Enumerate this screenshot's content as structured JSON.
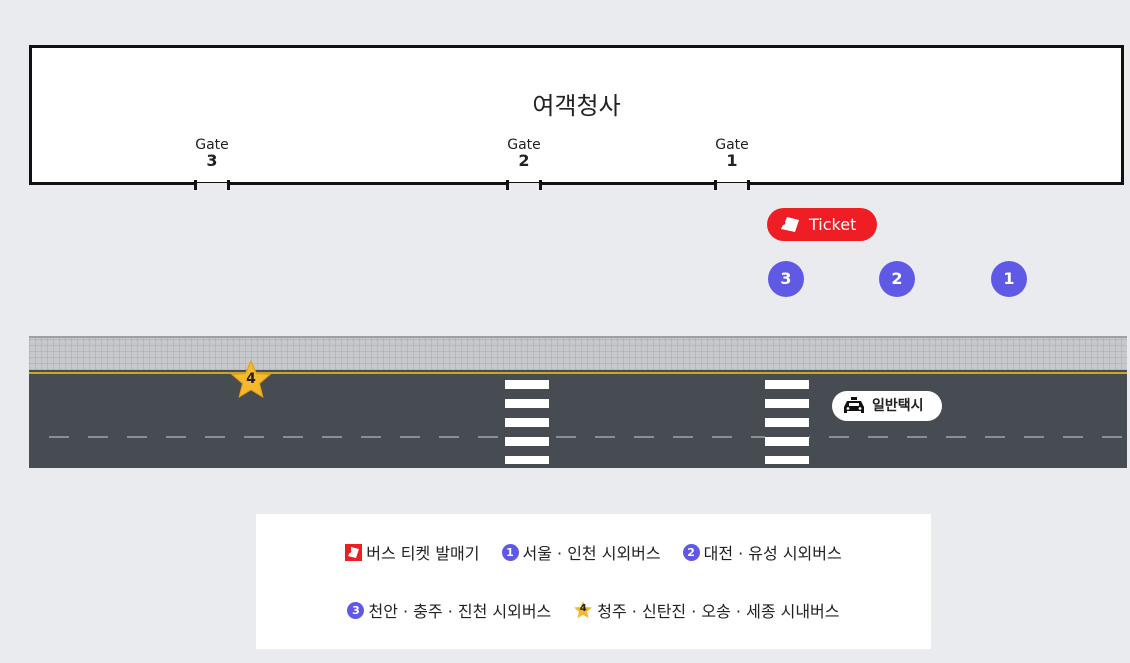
{
  "terminal": {
    "title": "여객청사"
  },
  "gates": [
    {
      "word": "Gate",
      "number": "3"
    },
    {
      "word": "Gate",
      "number": "2"
    },
    {
      "word": "Gate",
      "number": "1"
    }
  ],
  "ticket": {
    "label": "Ticket"
  },
  "stops": [
    "3",
    "2",
    "1"
  ],
  "star_stop": {
    "number": "4"
  },
  "taxi": {
    "label": "일반택시"
  },
  "legend": {
    "ticket": "버스 티켓 발매기",
    "stop1": {
      "num": "1",
      "label": "서울 · 인천 시외버스"
    },
    "stop2": {
      "num": "2",
      "label": "대전 · 유성 시외버스"
    },
    "stop3": {
      "num": "3",
      "label": "천안 · 충주 · 진천 시외버스"
    },
    "stop4": {
      "num": "4",
      "label": "청주 · 신탄진 · 오송 · 세종 시내버스"
    }
  },
  "colors": {
    "stop": "#5f59e6",
    "ticket": "#ef1e24",
    "star": "#f5b82e",
    "road": "#474c52"
  }
}
